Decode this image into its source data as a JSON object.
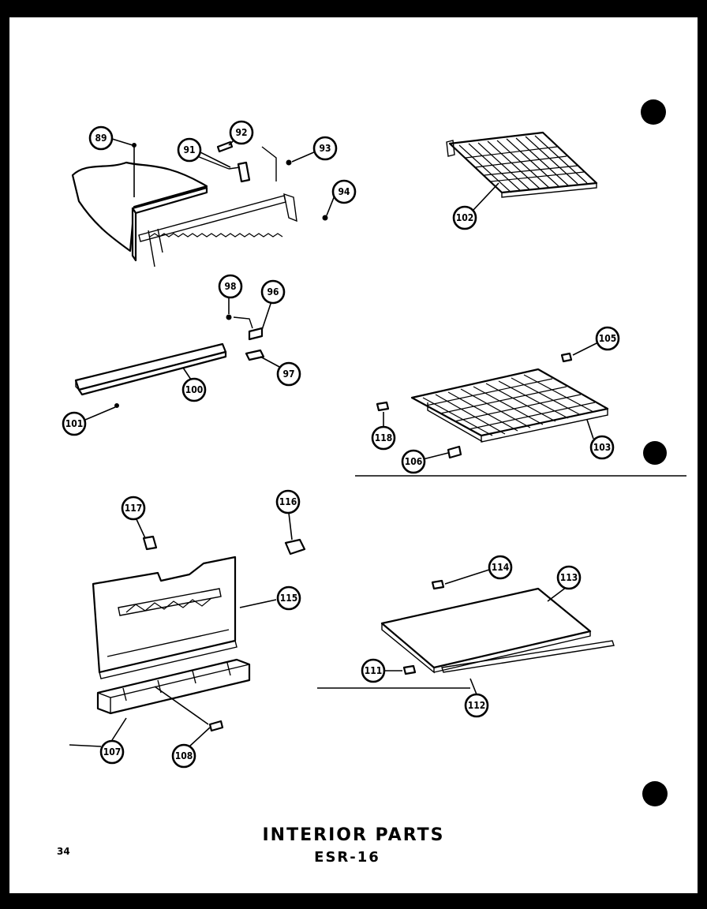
{
  "title": "INTERIOR PARTS",
  "model": "ESR-16",
  "page_number": "34",
  "callouts": {
    "c89": "89",
    "c91": "91",
    "c92": "92",
    "c93": "93",
    "c94": "94",
    "c102": "102",
    "c98": "98",
    "c96": "96",
    "c97": "97",
    "c100": "100",
    "c101": "101",
    "c105": "105",
    "c118": "118",
    "c103": "103",
    "c106": "106",
    "c117": "117",
    "c116": "116",
    "c115": "115",
    "c107": "107",
    "c108": "108",
    "c114": "114",
    "c113": "113",
    "c111": "111",
    "c112": "112"
  },
  "colors": {
    "ink": "#000000",
    "paper": "#ffffff"
  }
}
